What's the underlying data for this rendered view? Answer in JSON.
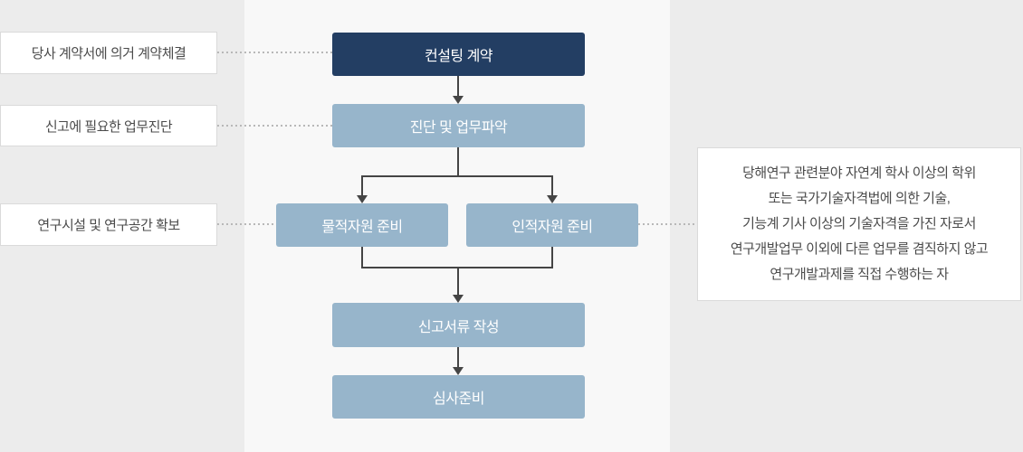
{
  "flow": {
    "contract": {
      "label": "컨설팅 계약"
    },
    "diagnosis": {
      "label": "진단 및 업무파악"
    },
    "material": {
      "label": "물적자원 준비"
    },
    "human": {
      "label": "인적자원 준비"
    },
    "documents": {
      "label": "신고서류 작성"
    },
    "review": {
      "label": "심사준비"
    }
  },
  "annotations": {
    "left": [
      "당사 계약서에 의거 계약체결",
      "신고에 필요한 업무진단",
      "연구시설 및 연구공간 확보"
    ],
    "right": [
      "당해연구 관련분야 자연계 학사 이상의 학위",
      "또는 국가기술자격법에 의한 기술,",
      "기능계 기사 이상의 기술자격을 가진 자로서",
      "연구개발업무 이외에 다른 업무를 겸직하지 않고",
      "연구개발과제를 직접 수행하는 자"
    ]
  },
  "colors": {
    "node_primary": "#233e63",
    "node_secondary": "#97b5cb",
    "background_side": "#ececec",
    "background_center": "#f8f8f8",
    "note_border": "#dadada",
    "note_text": "#4b4b4b",
    "arrow": "#454545",
    "dotted_connector": "#b8b8b8"
  }
}
